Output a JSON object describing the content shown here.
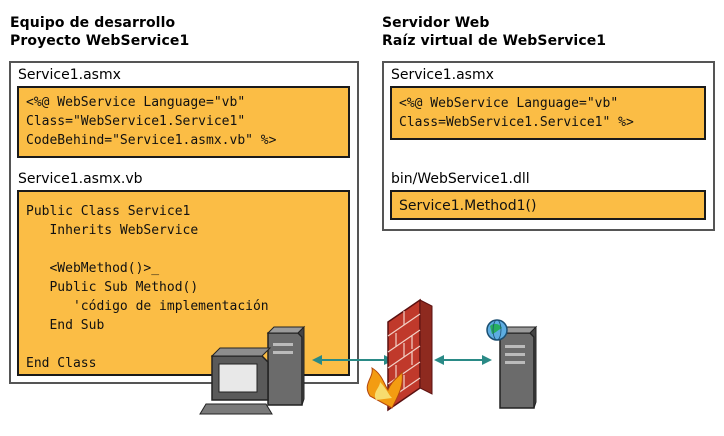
{
  "dev_side": {
    "title_line1": "Equipo de desarrollo",
    "title_line2": "Proyecto WebService1",
    "file1_label": "Service1.asmx",
    "file1_code": "<%@ WebService Language=\"vb\"\nClass=\"WebService1.Service1\"\nCodeBehind=\"Service1.asmx.vb\" %>",
    "file2_label": "Service1.asmx.vb",
    "file2_code": "Public Class Service1\n   Inherits WebService\n\n   <WebMethod()>_\n   Public Sub Method()\n      'código de implementación\n   End Sub\n\nEnd Class"
  },
  "server_side": {
    "title_line1": "Servidor Web",
    "title_line2": "Raíz virtual de WebService1",
    "file1_label": "Service1.asmx",
    "file1_code": "<%@ WebService Language=\"vb\"\nClass=WebService1.Service1\" %>",
    "file2_label": "bin/WebService1.dll",
    "file2_code": "Service1.Method1()"
  },
  "icons": {
    "computer": "desktop-computer-icon",
    "firewall": "firewall-icon",
    "server": "web-server-icon",
    "arrow": "double-arrow-icon"
  },
  "colors": {
    "code_fill": "#fbbd45",
    "arrow": "#2a8a86",
    "brick": "#c0392b"
  }
}
